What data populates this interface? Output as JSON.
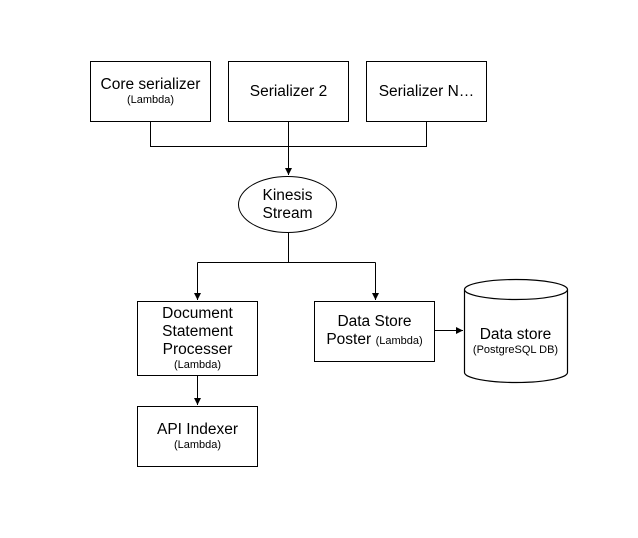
{
  "nodes": {
    "core_serializer": {
      "title": "Core serializer",
      "subtitle": "(Lambda)"
    },
    "serializer_2": {
      "title": "Serializer 2"
    },
    "serializer_n": {
      "title": "Serializer N…"
    },
    "kinesis_stream": {
      "line1": "Kinesis",
      "line2": "Stream"
    },
    "document_processor": {
      "line1": "Document",
      "line2": "Statement",
      "line3": "Processer",
      "subtitle": "(Lambda)"
    },
    "data_store_poster": {
      "line1": "Data Store",
      "line2_main": "Poster",
      "line2_sub": "(Lambda)"
    },
    "api_indexer": {
      "title": "API Indexer",
      "subtitle": "(Lambda)"
    },
    "data_store": {
      "title": "Data store",
      "subtitle": "(PostgreSQL DB)"
    }
  },
  "colors": {
    "stroke": "#000000",
    "background": "#ffffff"
  }
}
